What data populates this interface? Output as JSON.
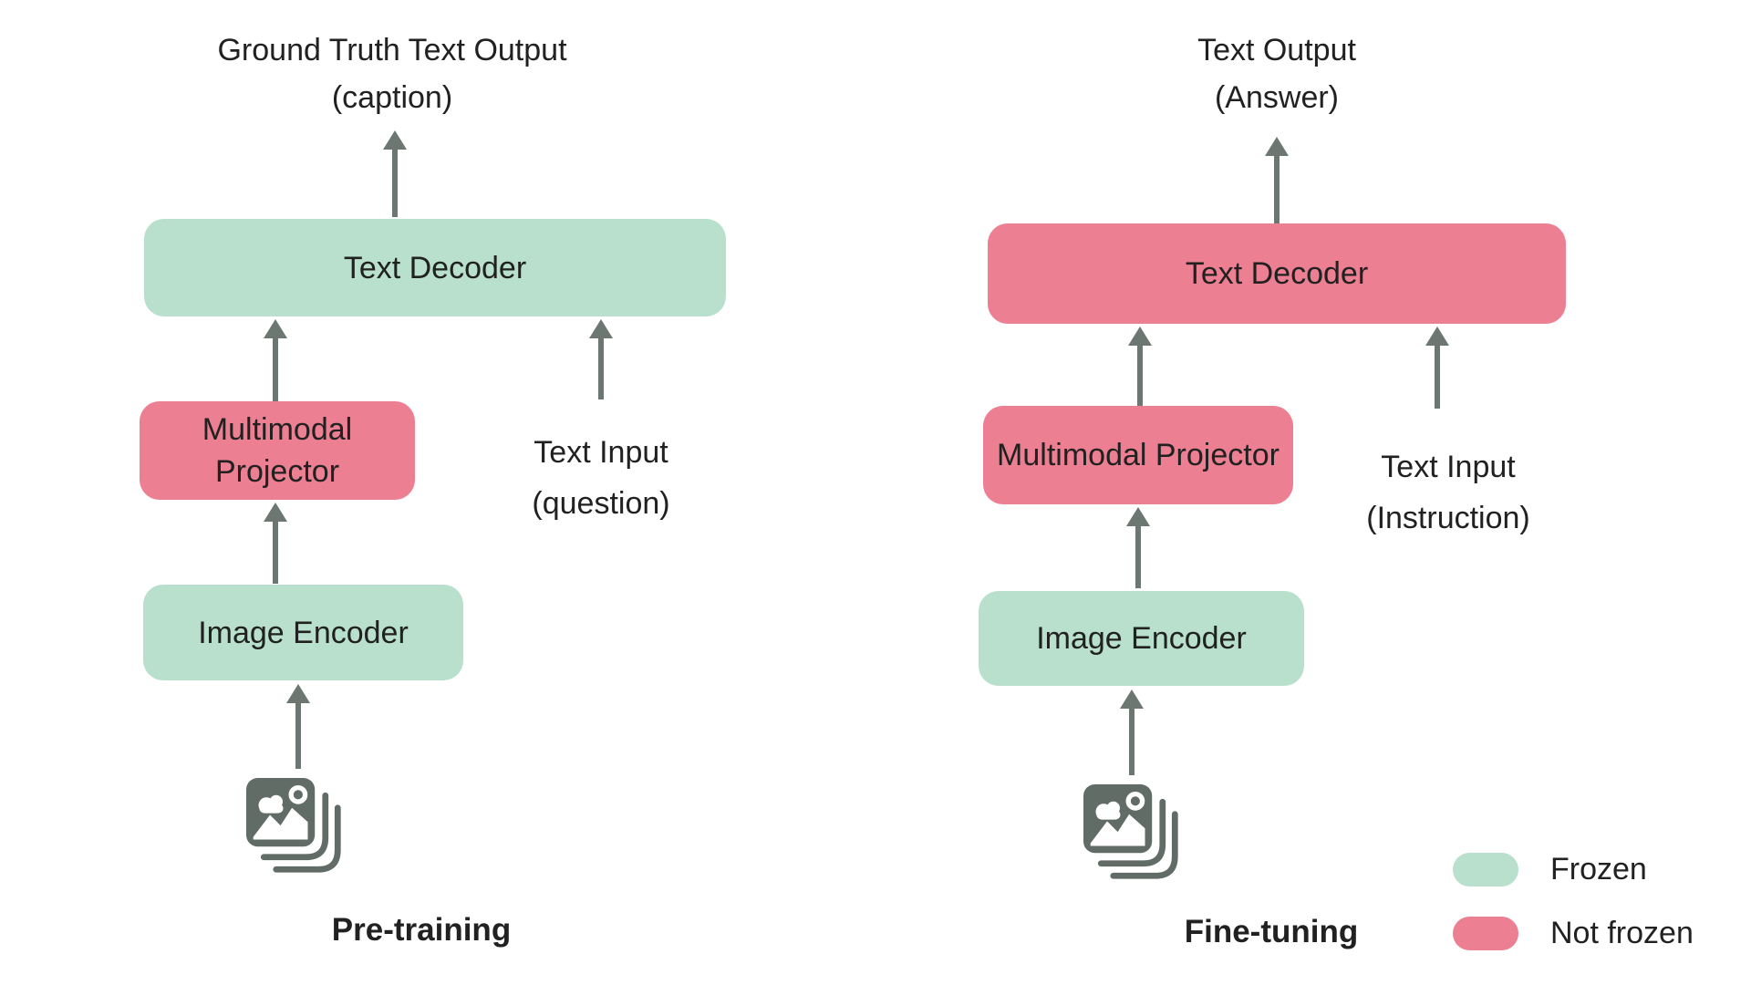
{
  "colors": {
    "frozen": "#b8e0cd",
    "not_frozen": "#ec7f92",
    "arrow": "#6d7771",
    "icon": "#626c66",
    "text": "#212121"
  },
  "left_panel": {
    "output_line1": "Ground Truth Text Output",
    "output_line2": "(caption)",
    "decoder_label": "Text Decoder",
    "decoder_state": "frozen",
    "projector_label": "Multimodal Projector",
    "projector_state": "not_frozen",
    "text_input_line1": "Text Input",
    "text_input_line2": "(question)",
    "encoder_label": "Image Encoder",
    "encoder_state": "frozen",
    "stage_label": "Pre-training"
  },
  "right_panel": {
    "output_line1": "Text Output",
    "output_line2": "(Answer)",
    "decoder_label": "Text Decoder",
    "decoder_state": "not_frozen",
    "projector_label": "Multimodal Projector",
    "projector_state": "not_frozen",
    "text_input_line1": "Text Input",
    "text_input_line2": "(Instruction)",
    "encoder_label": "Image Encoder",
    "encoder_state": "frozen",
    "stage_label": "Fine-tuning"
  },
  "legend": {
    "frozen_label": "Frozen",
    "not_frozen_label": "Not frozen"
  }
}
